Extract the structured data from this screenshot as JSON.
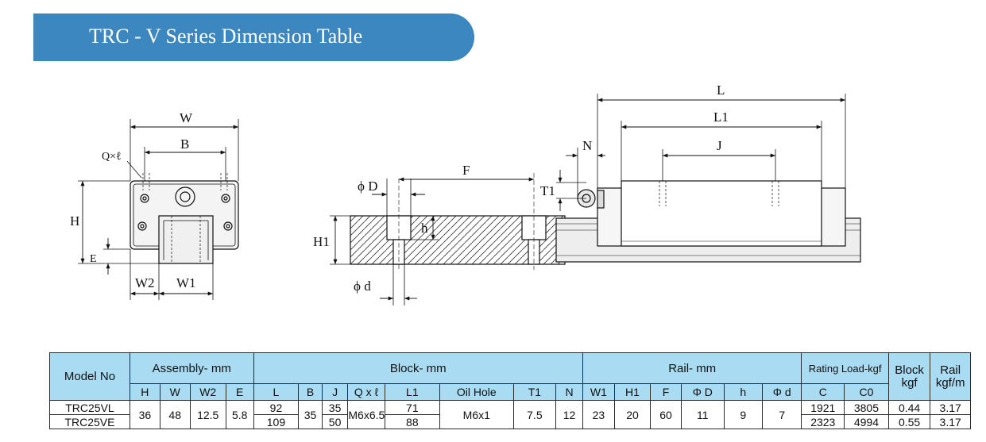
{
  "header": {
    "title": "TRC - V Series Dimension Table"
  },
  "drawing": {
    "labels": {
      "W": "W",
      "B": "B",
      "Qxl": "Q×ℓ",
      "H": "H",
      "E": "E",
      "W2": "W2",
      "W1": "W1",
      "phiD": "ϕ D",
      "phid": "ϕ d",
      "F": "F",
      "h": "h",
      "H1": "H1",
      "N": "N",
      "T1": "T1",
      "L": "L",
      "L1": "L1",
      "J": "J"
    }
  },
  "table": {
    "model_header": "Model No",
    "groups": {
      "assembly": "Assembly- mm",
      "block": "Block- mm",
      "rail": "Rail- mm",
      "rating": "Rating Load-kgf",
      "block_weight": "Block kgf",
      "rail_weight": "Rail kgf/m"
    },
    "columns": {
      "H": "H",
      "W": "W",
      "W2": "W2",
      "E": "E",
      "L": "L",
      "B": "B",
      "J": "J",
      "Qxl": "Q x ℓ",
      "L1": "L1",
      "oil_hole": "Oil Hole",
      "T1": "T1",
      "N": "N",
      "W1": "W1",
      "H1": "H1",
      "F": "F",
      "PhiD": "Φ D",
      "h": "h",
      "Phid": "Φ d",
      "C": "C",
      "C0": "C0"
    },
    "rows": [
      {
        "model": "TRC25VL",
        "L": "92",
        "J": "35",
        "L1": "71",
        "C": "1921",
        "C0": "3805",
        "block_kgf": "0.44",
        "rail_kgfm": "3.17"
      },
      {
        "model": "TRC25VE",
        "L": "109",
        "J": "50",
        "L1": "88",
        "C": "2323",
        "C0": "4994",
        "block_kgf": "0.55",
        "rail_kgfm": "3.17"
      }
    ],
    "shared": {
      "H": "36",
      "W": "48",
      "W2": "12.5",
      "E": "5.8",
      "B": "35",
      "Qxl": "M6x6.5",
      "oil_hole": "M6x1",
      "T1": "7.5",
      "N": "12",
      "W1": "23",
      "H1": "20",
      "F": "60",
      "PhiD": "11",
      "h": "9",
      "Phid": "7"
    }
  }
}
